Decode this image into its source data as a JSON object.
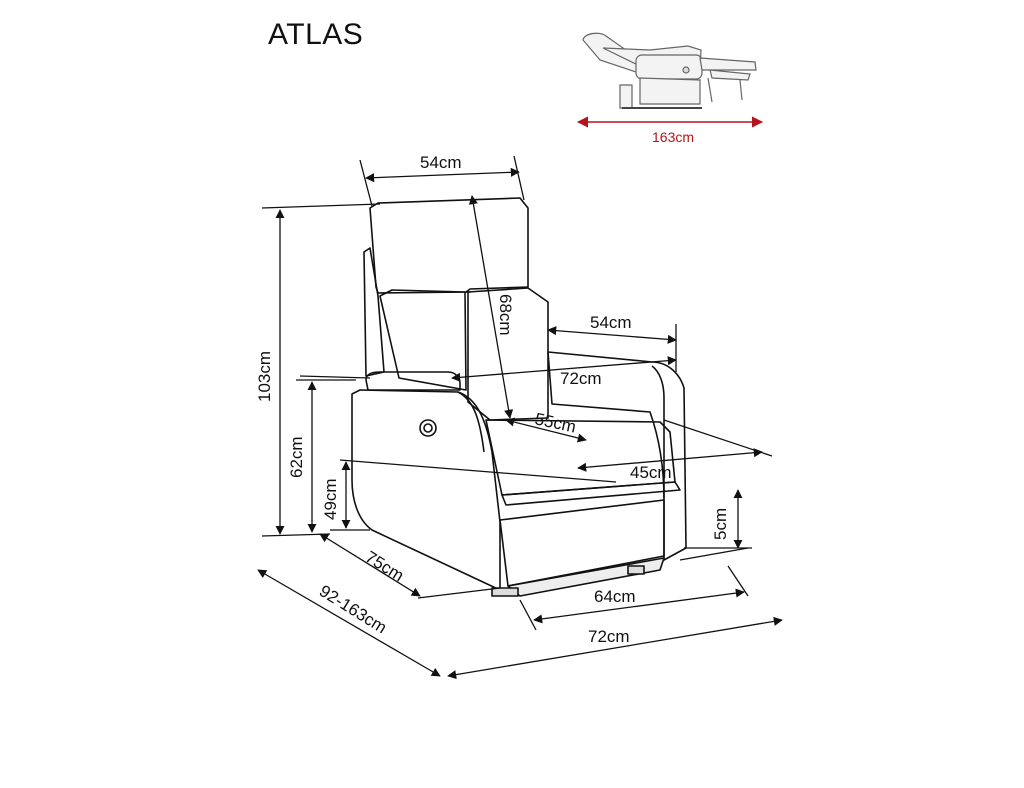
{
  "title": "ATLAS",
  "reclined": {
    "length": "163cm",
    "color": "#b5121b"
  },
  "dimensions": {
    "headrest_width": "54cm",
    "total_height": "103cm",
    "backrest_height": "68cm",
    "armrest_depth": "54cm",
    "inner_width": "72cm",
    "seat_depth": "55cm",
    "seat_width": "45cm",
    "armrest_height": "62cm",
    "seat_height": "49cm",
    "foot_height": "5cm",
    "depth": "75cm",
    "depth_reclined": "92-163cm",
    "base_width": "64cm",
    "total_width": "72cm"
  }
}
